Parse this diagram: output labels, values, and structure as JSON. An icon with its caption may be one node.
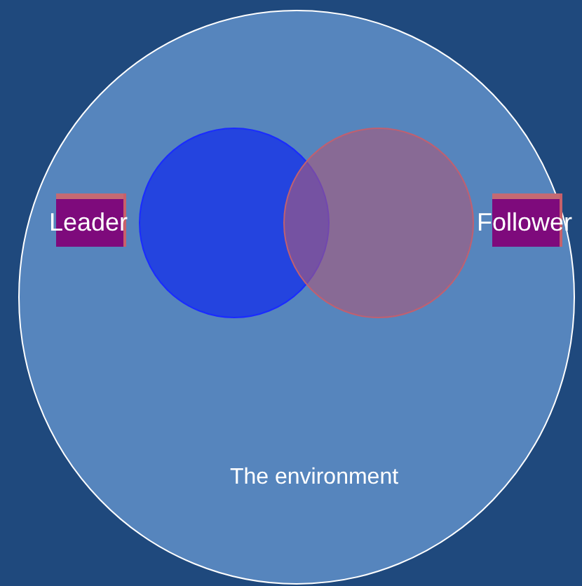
{
  "diagram": {
    "nodes": [
      {
        "text": [
          "The environment"
        ]
      },
      {
        "text": [],
        "shape": "circle",
        "in": 0
      },
      {
        "text": [],
        "shape": "circle",
        "in": 0
      },
      {
        "text": [
          "Leader"
        ],
        "in": 0
      },
      {
        "text": [
          "Follower"
        ],
        "in": 0
      }
    ]
  }
}
